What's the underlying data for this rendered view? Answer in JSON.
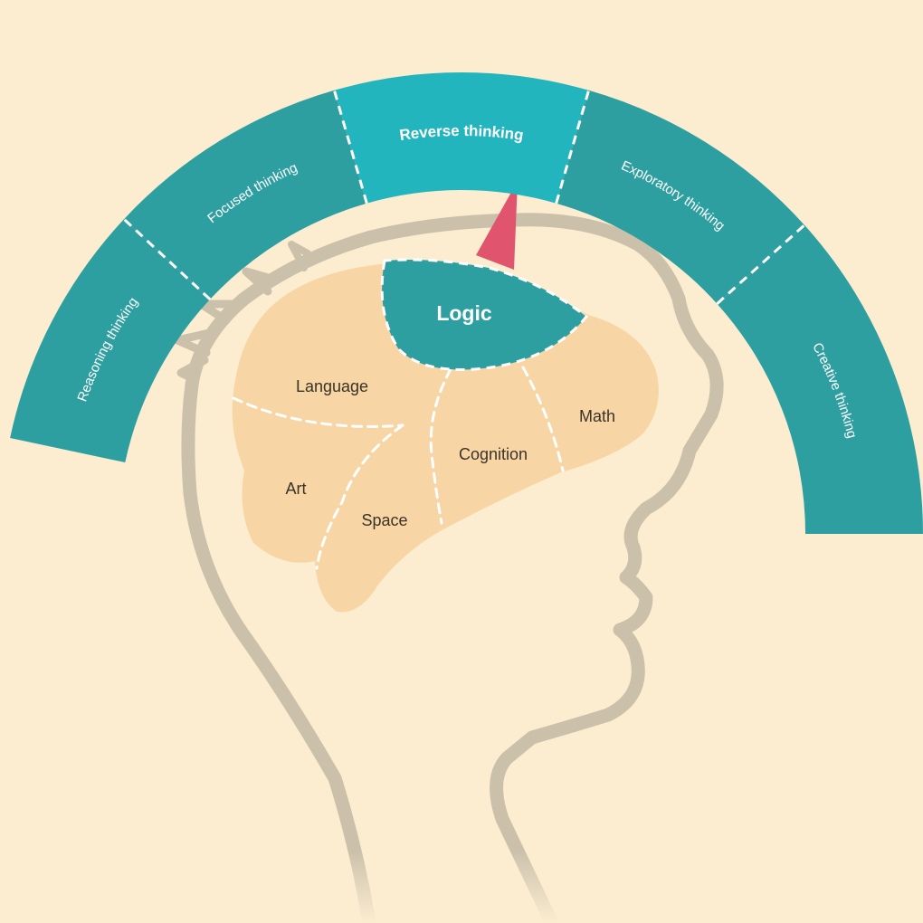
{
  "colors": {
    "background": "#fcedd1",
    "arc_segment": "#2e9fa1",
    "arc_segment_highlight": "#23b5bd",
    "head_outline": "#cbc1ab",
    "brain_region": "#f8d5a4",
    "logic_region": "#2e9fa1",
    "pointer": "#e0556d",
    "divider": "#ffffff"
  },
  "arc": {
    "segments": [
      {
        "label": "Reasoning thinking"
      },
      {
        "label": "Focused thinking"
      },
      {
        "label": "Reverse thinking",
        "highlighted": true
      },
      {
        "label": "Exploratory thinking"
      },
      {
        "label": "Creative thinking"
      }
    ]
  },
  "brain": {
    "highlight": {
      "label": "Logic"
    },
    "regions": [
      {
        "label": "Language"
      },
      {
        "label": "Math"
      },
      {
        "label": "Cognition"
      },
      {
        "label": "Art"
      },
      {
        "label": "Space"
      }
    ]
  }
}
